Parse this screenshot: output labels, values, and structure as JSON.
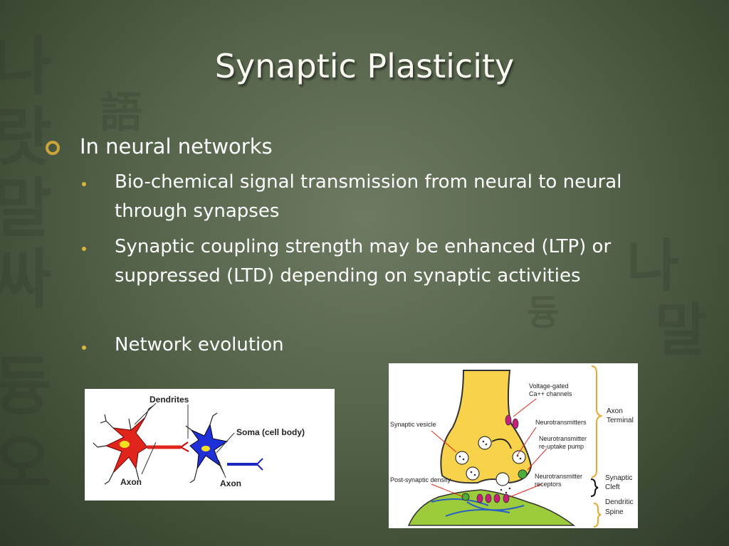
{
  "slide": {
    "title": "Synaptic Plasticity",
    "bullet1": "In neural networks",
    "sub1": "Bio-chemical signal transmission from neural to neural through synapses",
    "sub2": "Synaptic coupling strength may be enhanced (LTP) or suppressed (LTD) depending on synaptic activities",
    "sub3": "Network evolution"
  },
  "neuron_figure": {
    "dendrites": "Dendrites",
    "soma": "Soma (cell body)",
    "axon1": "Axon",
    "axon2": "Axon"
  },
  "synapse_figure": {
    "voltage1": "Voltage-gated",
    "voltage2": "Ca++ channels",
    "neurotransmitters": "Neurotransmitters",
    "reuptake1": "Neurotransmitter",
    "reuptake2": "re-uptake pump",
    "vesicle": "Synaptic vesicle",
    "receptors1": "Neurotransmitter",
    "receptors2": "receptors",
    "density": "Post-synaptic density",
    "axon_term1": "Axon",
    "axon_term2": "Terminal",
    "cleft1": "Synaptic",
    "cleft2": "Cleft",
    "spine1": "Dendritic",
    "spine2": "Spine"
  },
  "colors": {
    "accent": "#c9a53a",
    "bullet": "#d8b640",
    "terminal": "#f7d24a",
    "spine": "#9ccc3c"
  }
}
